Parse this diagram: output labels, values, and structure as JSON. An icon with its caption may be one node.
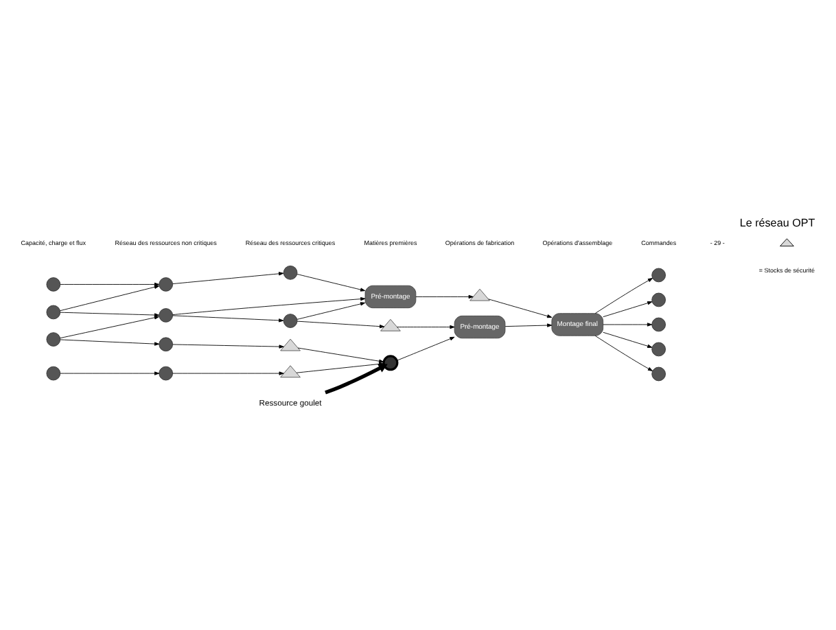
{
  "diagram": {
    "title": "Le réseau OPT",
    "nodes": [
      {
        "text": [],
        "shape": "circle"
      },
      {
        "text": [],
        "shape": "circle"
      },
      {
        "text": [],
        "shape": "circle"
      },
      {
        "text": [
          "Pré-montage"
        ]
      },
      {
        "text": [],
        "shape": "circle"
      },
      {
        "text": [],
        "shape": "triangle"
      },
      {
        "text": [],
        "shape": "circle"
      },
      {
        "text": [],
        "shape": "circle"
      },
      {
        "text": [],
        "shape": "circle"
      },
      {
        "text": [],
        "shape": "triangle"
      },
      {
        "text": [
          "Montage final"
        ]
      },
      {
        "text": [],
        "shape": "circle"
      },
      {
        "text": [],
        "shape": "triangle"
      },
      {
        "text": [],
        "shape": "circle"
      },
      {
        "text": [],
        "shape": "circle"
      },
      {
        "text": [],
        "shape": "triangle"
      },
      {
        "text": [],
        "shape": "circle"
      },
      {
        "text": [
          "Pré-montage"
        ]
      },
      {
        "text": [],
        "shape": "circle"
      },
      {
        "text": [],
        "shape": "circle"
      },
      {
        "text": [],
        "shape": "circle"
      },
      {
        "text": [],
        "shape": "circle"
      },
      {
        "text": [],
        "shape": "circle"
      },
      {
        "text": [
          "Ressource goulet"
        ]
      }
    ],
    "edges": [
      {
        "from": 0,
        "to": 1,
        "arrow": "to"
      },
      {
        "from": 4,
        "to": 1,
        "arrow": "to"
      },
      {
        "from": 4,
        "to": 6,
        "arrow": "to"
      },
      {
        "from": 7,
        "to": 6,
        "arrow": "to"
      },
      {
        "from": 7,
        "to": 11,
        "arrow": "to"
      },
      {
        "from": 13,
        "to": 14,
        "arrow": "to"
      },
      {
        "from": 1,
        "to": 2,
        "arrow": "to"
      },
      {
        "from": 2,
        "to": 3,
        "arrow": "to"
      },
      {
        "from": 6,
        "to": 3,
        "arrow": "to"
      },
      {
        "from": 6,
        "to": 8,
        "arrow": "to"
      },
      {
        "from": 8,
        "to": 3,
        "arrow": "to"
      },
      {
        "from": 8,
        "to": 9,
        "arrow": "to"
      },
      {
        "from": 11,
        "to": 12,
        "arrow": "to"
      },
      {
        "from": 14,
        "to": 15,
        "arrow": "to"
      },
      {
        "from": 12,
        "to": 16,
        "arrow": "to"
      },
      {
        "from": 15,
        "to": 16,
        "arrow": "to"
      },
      {
        "from": 16,
        "to": 17,
        "arrow": "to"
      },
      {
        "from": 9,
        "to": 17,
        "arrow": "to"
      },
      {
        "from": 3,
        "to": 5,
        "arrow": "to"
      },
      {
        "from": 5,
        "to": 10,
        "arrow": "to"
      },
      {
        "from": 17,
        "to": 10,
        "arrow": "to"
      },
      {
        "from": 10,
        "to": 18,
        "arrow": "to"
      },
      {
        "from": 10,
        "to": 19,
        "arrow": "to"
      },
      {
        "from": 10,
        "to": 20,
        "arrow": "to"
      },
      {
        "from": 10,
        "to": 21,
        "arrow": "to"
      },
      {
        "from": 10,
        "to": 22,
        "arrow": "to"
      },
      {
        "from": 23,
        "to": 16,
        "arrow": "to",
        "style": "thick"
      }
    ],
    "labels": [
      "Capacité, charge et flux",
      "Réseau des ressources non critiques",
      "Réseau des ressources critiques",
      "Matières premières",
      "Opérations de fabrication",
      "Opérations d'assemblage",
      "Commandes",
      "- 29 -"
    ],
    "legend": [
      {
        "text": "= Stocks de sécurité"
      }
    ]
  }
}
